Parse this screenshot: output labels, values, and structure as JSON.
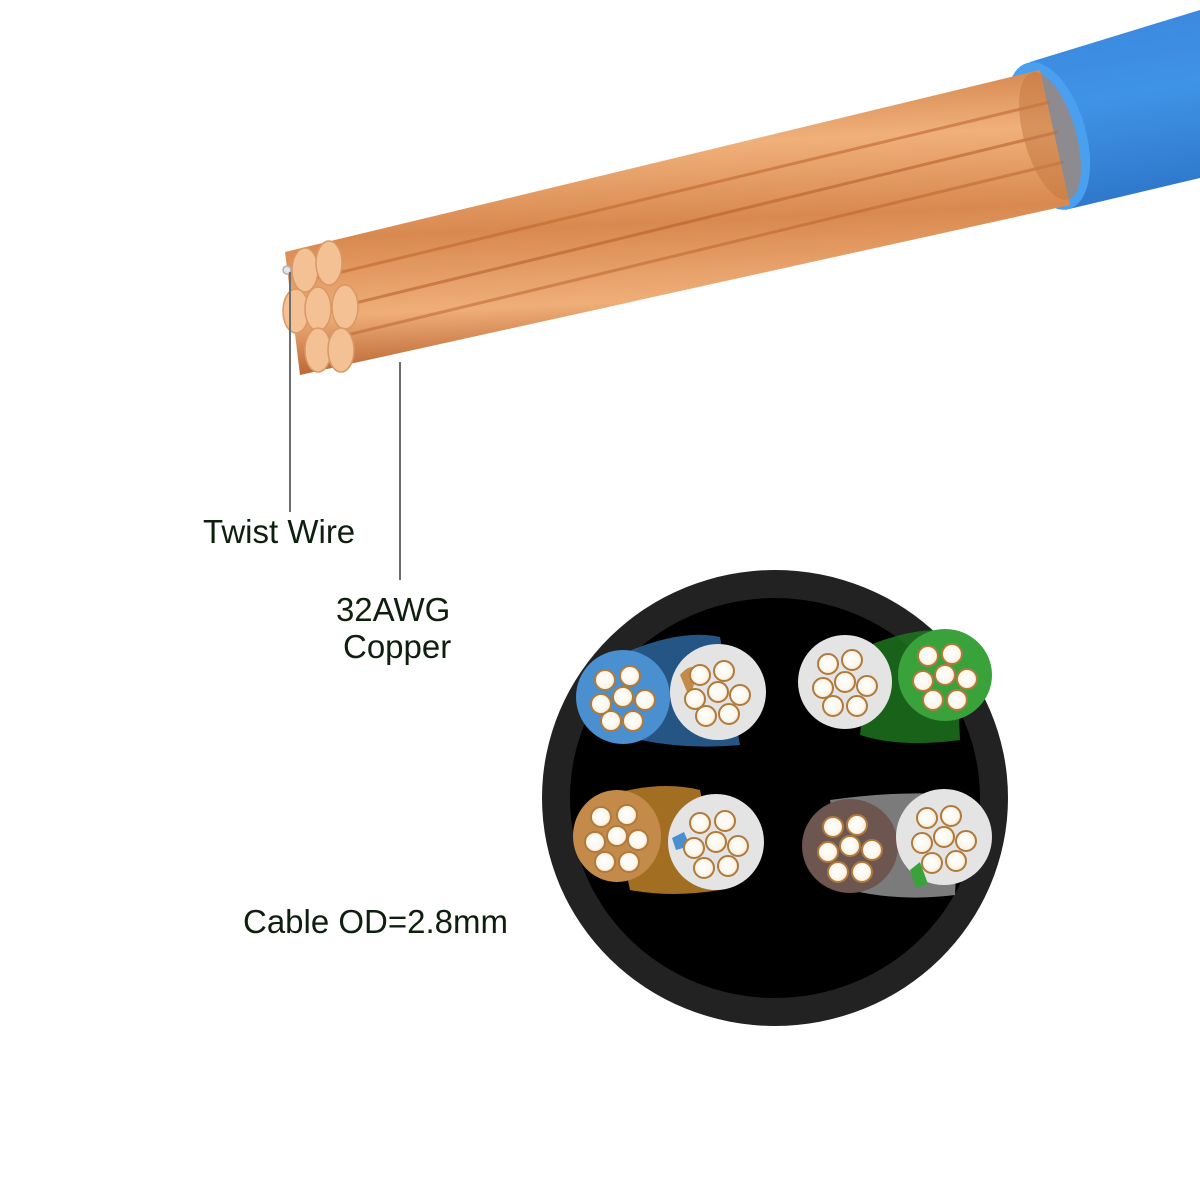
{
  "labels": {
    "twist_wire": "Twist Wire",
    "conductor_line1": "32AWG",
    "conductor_line2": "Copper",
    "cable_od": "Cable OD=2.8mm"
  },
  "colors": {
    "copper": "#d98a4e",
    "copper_end": "#f4c397",
    "jacket_blue": "#3d8ee0",
    "outer_jacket": "#1f1f1f",
    "core_black": "#000000",
    "pair_blue": "#4a90d0",
    "pair_green": "#3aa23a",
    "pair_orange": "#c48a4a",
    "pair_brown": "#6e5650",
    "pair_white": "#e6e6e6",
    "strand_white": "#fdfaf2",
    "text": "#0f1f0f"
  },
  "cross_section": {
    "pairs": [
      {
        "name": "blue-pair",
        "solid": "blue",
        "stripe": "white-blue"
      },
      {
        "name": "green-pair",
        "solid": "green",
        "stripe": "white-green"
      },
      {
        "name": "orange-pair",
        "solid": "orange",
        "stripe": "white-orange"
      },
      {
        "name": "brown-pair",
        "solid": "brown",
        "stripe": "white-brown"
      }
    ],
    "strands_per_conductor": 7
  }
}
